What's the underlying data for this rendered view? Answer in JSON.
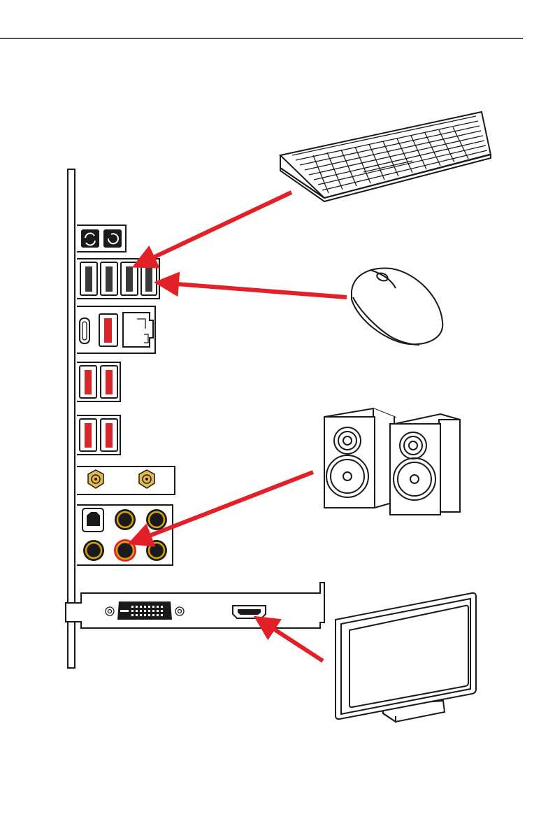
{
  "title": "",
  "colors": {
    "arrow": "#e32027",
    "outline": "#1a1a1a",
    "usb3_port": "#d9262b",
    "usb2_port": "#3a3a3a",
    "audio_ring": "#d9a400",
    "connector_gold": "#e7b94a"
  },
  "io_panel": {
    "buttons": [
      "clear-cmos-icon",
      "flash-bios-icon"
    ],
    "usb_top_row": 4,
    "antenna_connectors": 2,
    "audio_jacks": 6,
    "highlighted_audio_jack": "line-out"
  },
  "gpu_bracket": {
    "ports": [
      "DVI",
      "HDMI"
    ]
  },
  "peripherals": [
    {
      "id": "keyboard",
      "icon": "keyboard-icon",
      "connects_to": "usb-2"
    },
    {
      "id": "mouse",
      "icon": "mouse-icon",
      "connects_to": "usb-2"
    },
    {
      "id": "speakers",
      "icon": "speakers-icon",
      "connects_to": "line-out"
    },
    {
      "id": "monitor",
      "icon": "monitor-icon",
      "connects_to": "hdmi"
    }
  ]
}
